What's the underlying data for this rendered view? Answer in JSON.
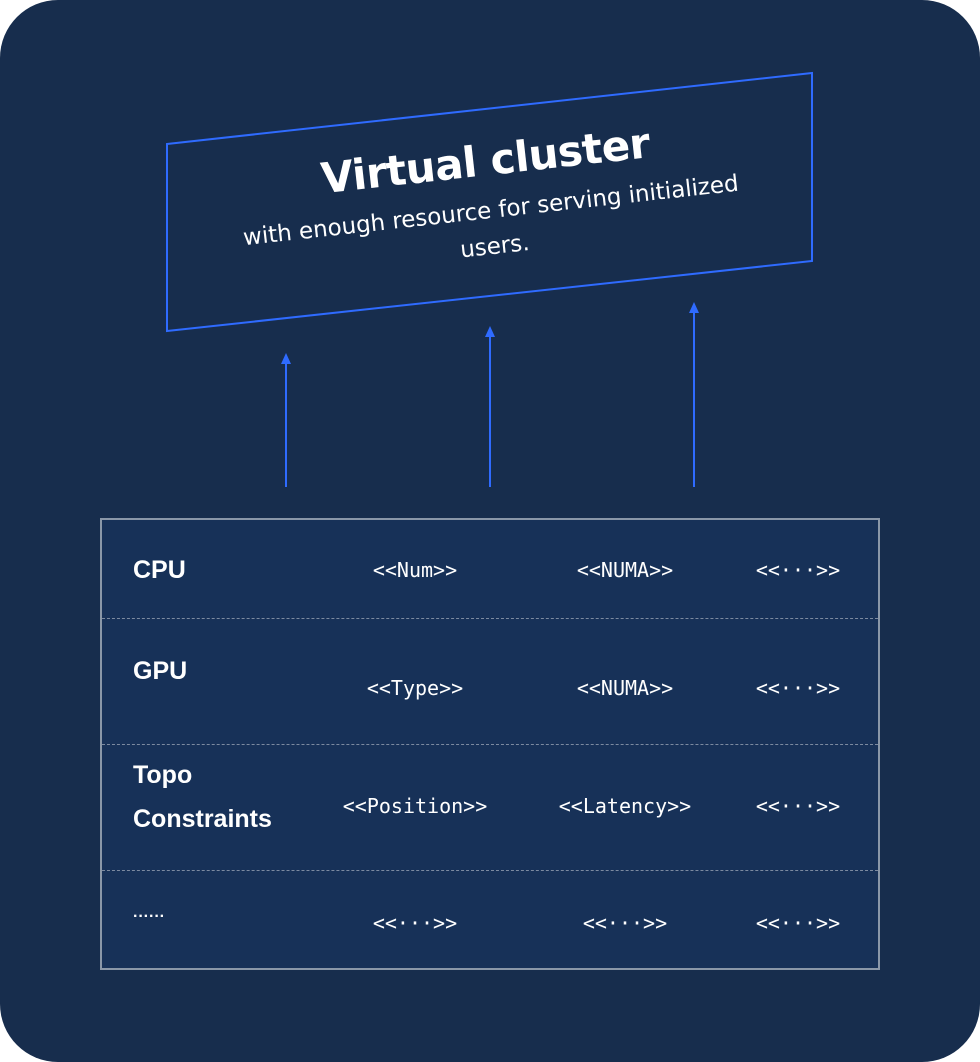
{
  "cluster": {
    "title": "Virtual cluster",
    "subtitle": "with enough resource for serving initialized users."
  },
  "table": {
    "rows": [
      {
        "label": "CPU",
        "cells": [
          "<<Num>>",
          "<<NUMA>>",
          "<<···>>"
        ]
      },
      {
        "label": "GPU",
        "cells": [
          "<<Type>>",
          "<<NUMA>>",
          "<<···>>"
        ]
      },
      {
        "label_line1": "Topo",
        "label_line2": "Constraints",
        "cells": [
          "<<Position>>",
          "<<Latency>>",
          "<<···>>"
        ]
      },
      {
        "label": "······",
        "cells": [
          "<<···>>",
          "<<···>>",
          "<<···>>"
        ]
      }
    ]
  },
  "colors": {
    "background": "#172d4d",
    "accent": "#2f6bff",
    "table_fill": "#173158",
    "table_border": "#8a97a8"
  }
}
